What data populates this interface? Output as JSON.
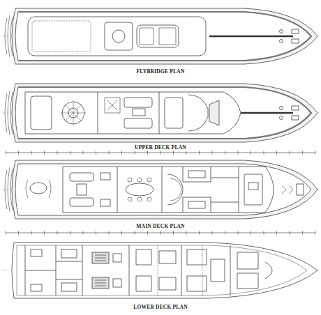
{
  "diagram": {
    "labels": [
      "FLYBRIDGE PLAN",
      "UPPER DECK PLAN",
      "MAIN DECK PLAN",
      "LOWER DECK PLAN"
    ]
  }
}
